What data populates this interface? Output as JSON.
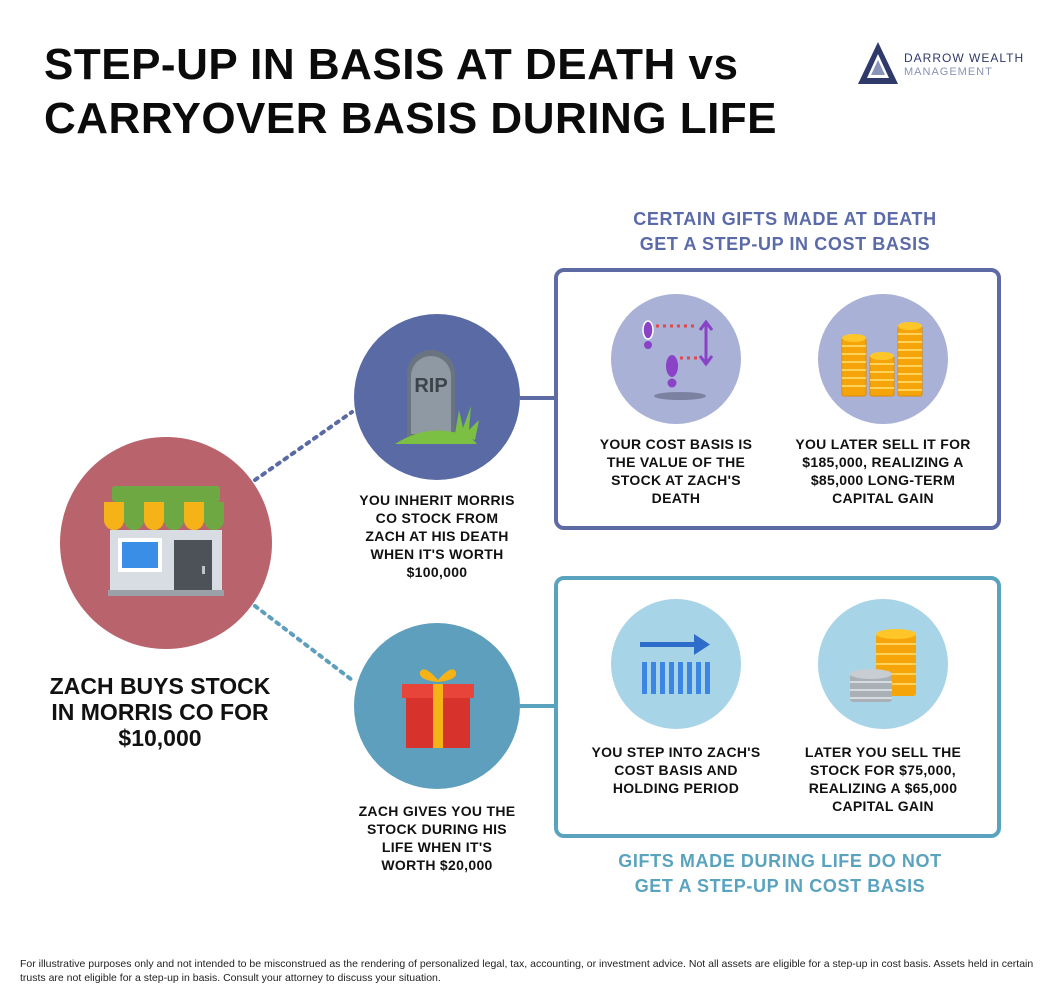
{
  "title": {
    "line1": "STEP-UP IN BASIS AT DEATH vs",
    "line2": "CARRYOVER BASIS DURING LIFE"
  },
  "logo": {
    "line1": "DARROW  WEALTH",
    "line2": "MANAGEMENT"
  },
  "start": {
    "label": "ZACH BUYS STOCK IN MORRIS CO FOR $10,000",
    "icon": "storefront-icon"
  },
  "death_branch": {
    "heading_line1": "CERTAIN GIFTS MADE AT DEATH",
    "heading_line2": "GET A STEP-UP IN COST BASIS",
    "icon": "tombstone-icon",
    "tombstone_text": "RIP",
    "caption": "YOU INHERIT MORRIS CO STOCK FROM ZACH AT HIS DEATH WHEN IT'S WORTH $100,000",
    "step1_caption": "YOUR COST BASIS IS THE VALUE OF THE STOCK AT ZACH'S DEATH",
    "step1_icon": "footsteps-up-icon",
    "step2_caption": "YOU LATER SELL IT FOR $185,000, REALIZING A $85,000 LONG-TERM CAPITAL GAIN",
    "step2_icon": "coin-stacks-icon"
  },
  "life_branch": {
    "heading_line1": "GIFTS MADE DURING LIFE DO NOT",
    "heading_line2": "GET A STEP-UP IN COST BASIS",
    "icon": "gift-box-icon",
    "caption": "ZACH GIVES YOU THE STOCK DURING HIS LIFE WHEN IT'S WORTH $20,000",
    "step1_caption": "YOU STEP INTO ZACH'S COST BASIS AND HOLDING PERIOD",
    "step1_icon": "arrow-bars-icon",
    "step2_caption": "LATER YOU SELL THE STOCK FOR $75,000, REALIZING A $65,000 CAPITAL GAIN",
    "step2_icon": "gold-silver-coins-icon"
  },
  "colors": {
    "death_accent": "#5e6aa3",
    "life_accent": "#5aa3bf",
    "start_circle": "#b9636c",
    "death_circle": "#5a6aa5",
    "life_circle": "#5e9fbd"
  },
  "footer": "For illustrative purposes only and not intended to be misconstrued as the rendering of personalized legal, tax, accounting, or investment advice. Not all assets are eligible for a step-up in cost basis. Assets held in certain trusts are not eligible for a step-up in basis. Consult your attorney to discuss your situation."
}
